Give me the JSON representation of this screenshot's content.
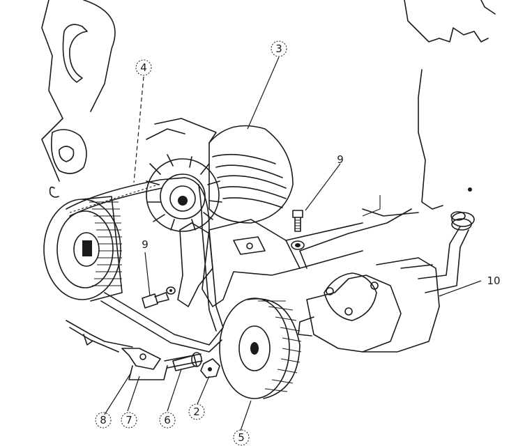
{
  "callouts": {
    "c1": "3",
    "c2": "4",
    "c3": "9",
    "c4": "9",
    "c5": "10",
    "c6": "8",
    "c7": "7",
    "c8": "6",
    "c9": "2",
    "c10": "5"
  }
}
